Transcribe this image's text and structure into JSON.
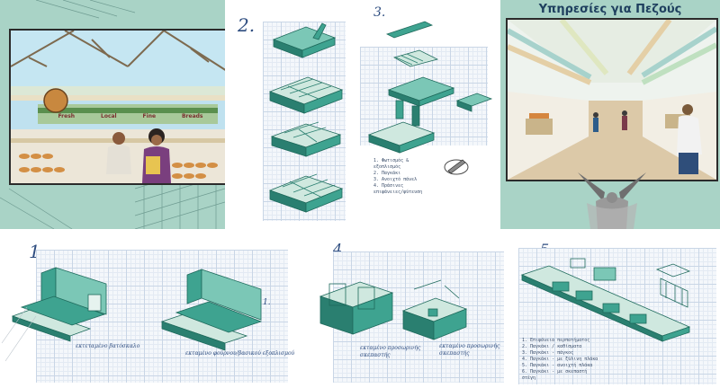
{
  "title_right": "Υπηρεσίες για Πεζούς",
  "step_numbers": [
    "2.",
    "3.",
    "1.",
    "4.",
    "5."
  ],
  "step_one_marker": "1.",
  "labels": {
    "module_1_left": "εκτεταμένο βατόσκαλο",
    "module_1_right": "εκταμένο φούρνου/βασικού εξοπλισμού",
    "module_4_left": "εκταμένο προσωρινής σκεπαστής",
    "module_4_right": "εκταμένο προσωρινής σκεπαστής"
  },
  "legend_step3": [
    "1. Φωτισμός & εξοπλισμός",
    "2. Παγκάκι",
    "3. Ανοιχτό πάνελ",
    "4. Πράσινες επιφάνειες/φύτευση"
  ],
  "legend_step5": [
    "1. Επιφάνεια περπατήματος",
    "2. Παγκάκι / καθίσματα",
    "3. Παγκάκι - πάγκος",
    "4. Παγκάκι - με ξύλινη πλάκα",
    "5. Παγκάκι - ανοιχτή πλάκα",
    "6. Παγκάκι - με σκεπαστή στέγη"
  ],
  "market_signs": [
    "Fresh",
    "Local",
    "Fine",
    "Breads"
  ],
  "colors": {
    "teal_panel": "#a9d3c6",
    "module_green": "#3ea390",
    "ink_blue": "#2e4d80",
    "title_dark": "#1e3f5e"
  },
  "icons": [
    "statue-angel-icon",
    "pencil-sketch-icon"
  ]
}
